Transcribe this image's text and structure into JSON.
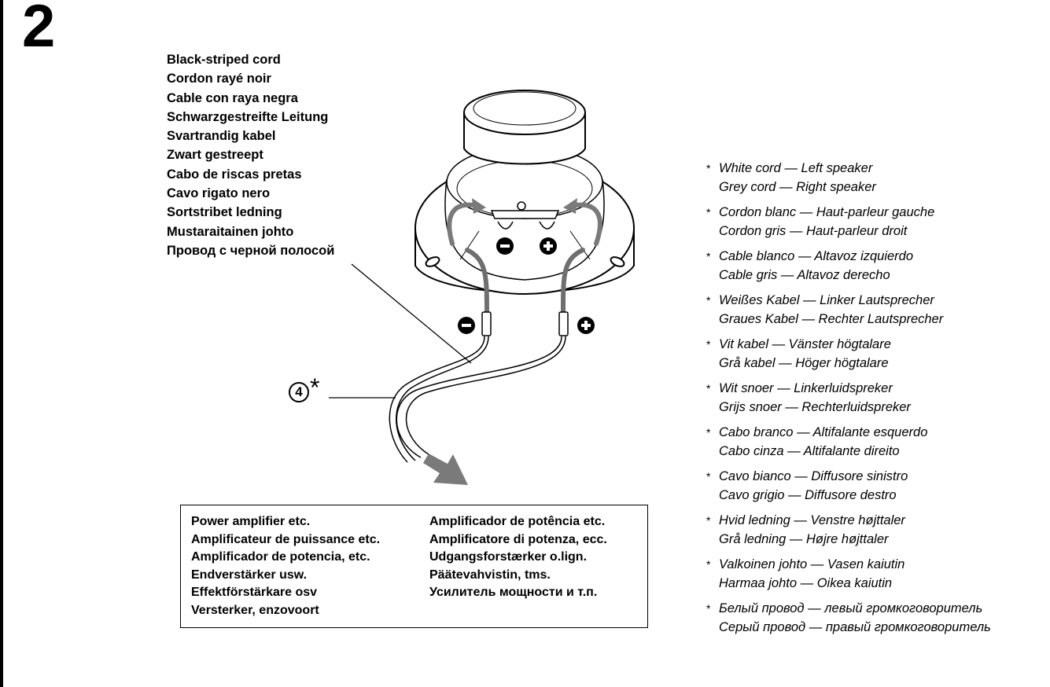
{
  "step_number": "2",
  "cord_label": {
    "lines": [
      "Black-striped cord",
      "Cordon rayé noir",
      "Cable con raya negra",
      "Schwarzgestreifte Leitung",
      "Svartrandig kabel",
      "Zwart gestreept",
      "Cabo de riscas pretas",
      "Cavo rigato nero",
      "Sortstribet ledning",
      "Mustaraitainen johto",
      "Провод с черной полосой"
    ]
  },
  "callout": {
    "number": "4",
    "mark": "*"
  },
  "amplifier_box": {
    "left_column": [
      "Power amplifier etc.",
      "Amplificateur de puissance etc.",
      "Amplificador de potencia, etc.",
      "Endverstärker usw.",
      "Effektförstärkare osv",
      "Versterker, enzovoort"
    ],
    "right_column": [
      "Amplificador de potência etc.",
      "Amplificatore di potenza, ecc.",
      "Udgangsforstærker o.lign.",
      "Päätevahvistin, tms.",
      "Усилитель мощности и т.п."
    ]
  },
  "notes": {
    "asterisk": "*",
    "items": [
      {
        "line1": "White cord — Left speaker",
        "line2": "Grey cord — Right speaker"
      },
      {
        "line1": "Cordon blanc — Haut-parleur gauche",
        "line2": "Cordon gris — Haut-parleur droit"
      },
      {
        "line1": "Cable blanco — Altavoz izquierdo",
        "line2": "Cable gris — Altavoz derecho"
      },
      {
        "line1": "Weißes Kabel — Linker Lautsprecher",
        "line2": "Graues Kabel — Rechter Lautsprecher"
      },
      {
        "line1": "Vit kabel — Vänster högtalare",
        "line2": "Grå kabel — Höger högtalare"
      },
      {
        "line1": "Wit snoer — Linkerluidspreker",
        "line2": "Grijs snoer — Rechterluidspreker"
      },
      {
        "line1": "Cabo branco — Altifalante esquerdo",
        "line2": "Cabo cinza — Altifalante direito"
      },
      {
        "line1": "Cavo bianco — Diffusore sinistro",
        "line2": "Cavo grigio — Diffusore destro"
      },
      {
        "line1": "Hvid ledning — Venstre højttaler",
        "line2": "Grå ledning — Højre højttaler"
      },
      {
        "line1": "Valkoinen johto — Vasen kaiutin",
        "line2": "Harmaa johto — Oikea kaiutin"
      },
      {
        "line1": "Белый провод — левый громкоговоритель",
        "line2": "Серый провод — правый громкоговоритель"
      }
    ]
  },
  "colors": {
    "ink": "#000000",
    "arrow_grey": "#7a7a7a",
    "cord_grey": "#6f6f6f"
  }
}
